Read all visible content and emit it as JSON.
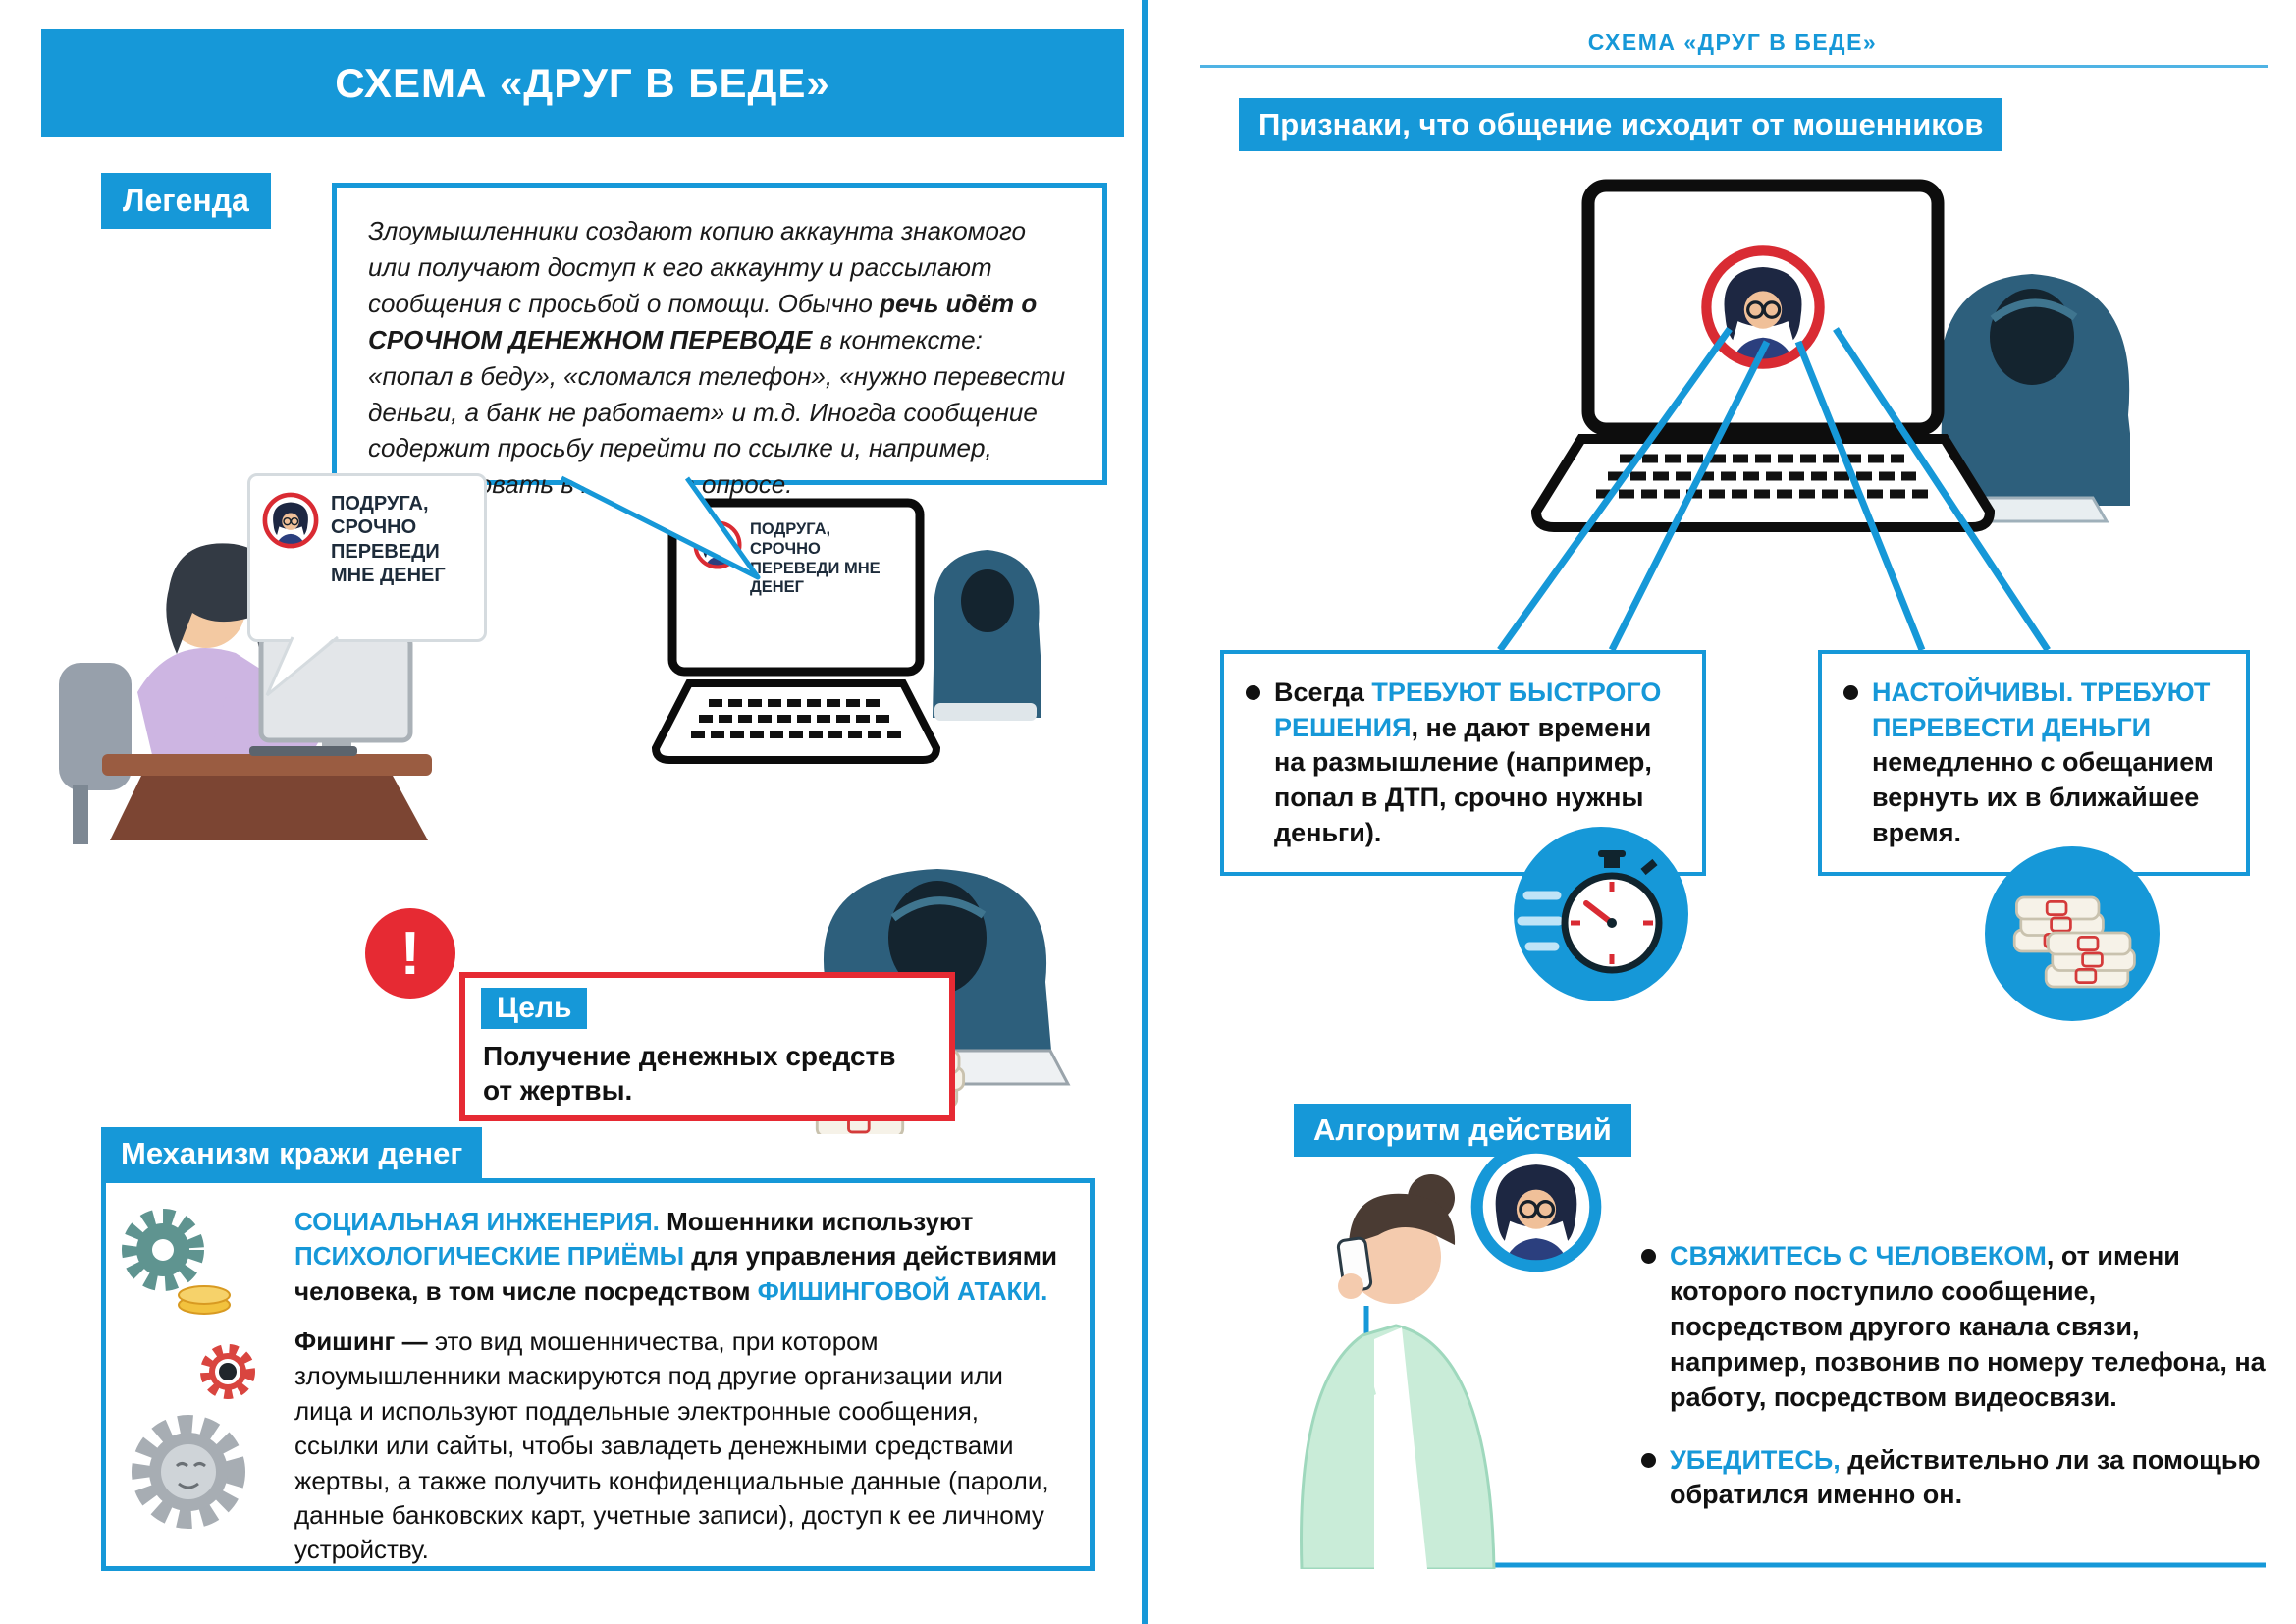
{
  "colors": {
    "primary_blue": "#1698D8",
    "alert_red": "#E62A33",
    "hoodie_teal": "#2D5F7C"
  },
  "icons": {
    "warning": "!"
  },
  "left": {
    "title": "СХЕМА «ДРУГ В БЕДЕ»",
    "legend": {
      "label": "Легенда",
      "p1": "Злоумышленники создают копию аккаунта знакомого или получают доступ к его аккаунту и рассылают сообщения с просьбой о помощи. Обычно ",
      "bold": "речь идёт о СРОЧНОМ ДЕНЕЖНОМ ПЕРЕВОДЕ",
      "p2": " в контексте: «попал в беду», «сломался телефон», «нужно перевести деньги, а банк не работает» и т.д. Иногда сообщение содержит просьбу перейти по ссылке и, например, проголосовать в каком-то опросе."
    },
    "message_text": "ПОДРУГА, СРОЧНО ПЕРЕВЕДИ МНЕ ДЕНЕГ",
    "goal": {
      "label": "Цель",
      "text": "Получение денежных средств от жертвы."
    },
    "mechanism": {
      "heading": "Механизм кражи денег",
      "s1_blue1": "СОЦИАЛЬНАЯ ИНЖЕНЕРИЯ.",
      "s1_t1": " Мошенники используют ",
      "s1_blue2": "ПСИХОЛОГИЧЕСКИЕ ПРИЁМЫ",
      "s1_t2": " для управления действиями человека, в том числе посредством ",
      "s1_blue3": "ФИШИНГОВОЙ АТАКИ.",
      "p2_lead": "Фишинг — ",
      "p2_text": "это вид мошенничества, при котором злоумышленники маскируются под другие организации или лица и используют поддельные электронные сообщения, ссылки или сайты, чтобы завладеть денежными средствами жертвы, а также получить конфиденциальные данные (пароли, данные банковских карт, учетные записи), доступ к ее личному устройству."
    }
  },
  "right": {
    "header": "СХЕМА «ДРУГ В БЕДЕ»",
    "signs": {
      "heading": "Признаки, что общение исходит от мошенников",
      "box1": {
        "t1": "Всегда ",
        "blue": "ТРЕБУЮТ БЫСТРОГО РЕШЕНИЯ",
        "t2": ", не дают времени на размышление (например, попал в ДТП, срочно нужны деньги)."
      },
      "box2": {
        "blue": "НАСТОЙЧИВЫ. ТРЕБУЮТ ПЕРЕВЕСТИ ДЕНЬГИ",
        "t1": " немедленно с обещанием вернуть их в ближайшее время."
      }
    },
    "algorithm": {
      "heading": "Алгоритм действий",
      "item1": {
        "blue": "СВЯЖИТЕСЬ С ЧЕЛОВЕКОМ",
        "text": ", от имени которого поступило сообщение, посредством другого канала связи, например, позвонив по номеру телефона, на работу, посредством видеосвязи."
      },
      "item2": {
        "blue": "УБЕДИТЕСЬ,",
        "text": " действительно ли за помощью обратился именно он."
      }
    }
  }
}
